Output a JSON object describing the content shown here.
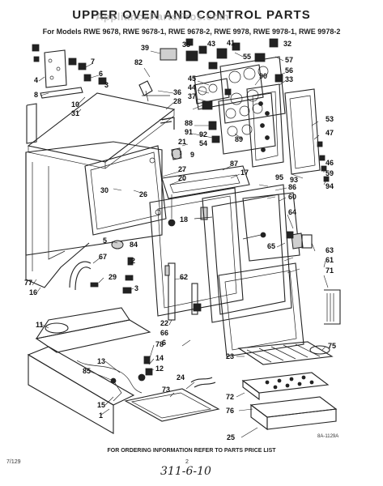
{
  "title": "UPPER OVEN AND CONTROL PARTS",
  "watermark": "AppliancePartsPros.com",
  "models_line": "For Models RWE 9678, RWE 9678-1, RWE 9678-2, RWE 9978, RWE 9978-1, RWE 9978-2",
  "footer_note": "FOR ORDERING INFORMATION REFER TO PARTS PRICE LIST",
  "doc_code": "7/129",
  "page_number": "2",
  "diagram_id": "8A-1129A",
  "handwritten_note": "311-6-10",
  "callouts": {
    "c1": "1",
    "c2": "2",
    "c3": "3",
    "c4": "4",
    "c5": "5",
    "c6": "6",
    "c7": "7",
    "c8": "8",
    "c9": "9",
    "c10": "10",
    "c11": "11",
    "c12": "12",
    "c13": "13",
    "c14": "14",
    "c15": "15",
    "c16": "16",
    "c17": "17",
    "c18": "18",
    "c20": "20",
    "c21": "21",
    "c22": "22",
    "c23": "23",
    "c24": "24",
    "c25": "25",
    "c26": "26",
    "c27": "27",
    "c28": "28",
    "c29": "29",
    "c30": "30",
    "c31": "31",
    "c32": "32",
    "c33": "33",
    "c36": "36",
    "c37": "37",
    "c39": "39",
    "c41": "41",
    "c43": "43",
    "c44": "44",
    "c45": "45",
    "c46": "46",
    "c47": "47",
    "c53": "53",
    "c54": "54",
    "c55": "55",
    "c56": "56",
    "c57": "57",
    "c59": "59",
    "c60": "60",
    "c61": "61",
    "c62": "62",
    "c63": "63",
    "c64": "64",
    "c65": "65",
    "c66": "66",
    "c67": "67",
    "c71": "71",
    "c72": "72",
    "c73": "73",
    "c75": "75",
    "c76": "76",
    "c77": "77",
    "c78": "78",
    "c82": "82",
    "c84": "84",
    "c85": "85",
    "c86": "86",
    "c87": "87",
    "c88": "88",
    "c89": "89",
    "c90": "90",
    "c91": "91",
    "c92": "92",
    "c93": "93",
    "c94": "94",
    "c95": "95"
  }
}
